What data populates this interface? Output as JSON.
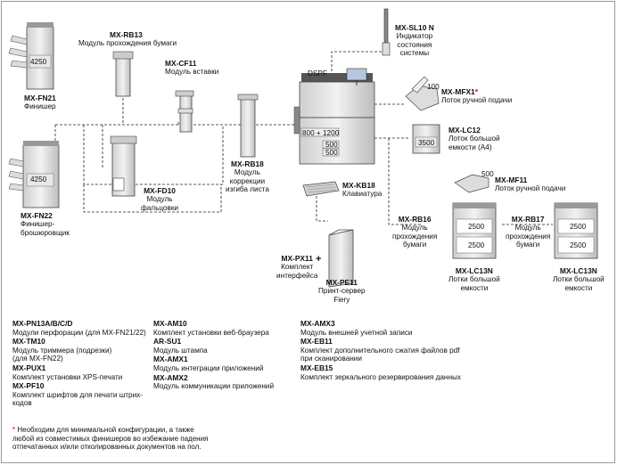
{
  "devices": {
    "fn21": {
      "code": "MX-FN21",
      "desc": "Финишер",
      "tray": "4250"
    },
    "fn22": {
      "code": "MX-FN22",
      "desc": "Финишер-\nброшюровщик",
      "tray": "4250"
    },
    "rb13": {
      "code": "MX-RB13",
      "desc": "Модуль прохождения бумаги"
    },
    "cf11": {
      "code": "MX-CF11",
      "desc": "Модуль вставки"
    },
    "fd10": {
      "code": "MX-FD10",
      "desc": "Модуль\nфальцовки"
    },
    "rb18": {
      "code": "MX-RB18",
      "desc": "Модуль\nкоррекции\nизгиба листа"
    },
    "sl10": {
      "code": "MX-SL10 N",
      "desc": "Индикатор\nсостояния\nсистемы"
    },
    "dspf": {
      "label": "DSPF"
    },
    "main": {
      "tray_a": "800 + 1200",
      "tray_b": "500",
      "tray_c": "500"
    },
    "mfx1": {
      "code": "MX-MFX1",
      "asterisk": "*",
      "desc": "Лоток ручной подачи",
      "num": "100"
    },
    "lc12": {
      "code": "MX-LC12",
      "desc": "Лоток большой\nемкости (А4)",
      "tray": "3500"
    },
    "kb18": {
      "code": "MX-KB18",
      "desc": "Клавиатура"
    },
    "mf11": {
      "code": "MX-MF11",
      "desc": "Лоток ручной подачи",
      "num": "500"
    },
    "rb16": {
      "code": "MX-RB16",
      "desc": "Модуль\nпрохождения\nбумаги"
    },
    "rb17": {
      "code": "MX-RB17",
      "desc": "Модуль\nпрохождения\nбумаги"
    },
    "lc13a": {
      "code": "MX-LC13N",
      "desc": "Лотки большой\nемкости",
      "tray_a": "2500",
      "tray_b": "2500"
    },
    "lc13b": {
      "code": "MX-LC13N",
      "desc": "Лотки большой\nемкости",
      "tray_a": "2500",
      "tray_b": "2500"
    },
    "px11": {
      "code": "MX-PX11",
      "desc": "Комплект\nинтерфейса"
    },
    "pe11": {
      "code": "MX-PE11",
      "desc": "Принт-сервер\nFiery"
    },
    "plus": "+"
  },
  "options_col1": [
    {
      "code": "MX-PN13A/B/C/D",
      "desc": "Модули перфорации (для MX-FN21/22)"
    },
    {
      "code": "MX-TM10",
      "desc": "Модуль триммера (подрезки)\n(для MX-FN22)"
    },
    {
      "code": "MX-PUX1",
      "desc": "Комплект установки XPS-печати"
    },
    {
      "code": "MX-PF10",
      "desc": "Комплект шрифтов для печати штрих-кодов"
    }
  ],
  "options_col2": [
    {
      "code": "MX-AM10",
      "desc": "Комплект установки веб-браузера"
    },
    {
      "code": "AR-SU1",
      "desc": "Модуль штампа"
    },
    {
      "code": "MX-AMX1",
      "desc": "Модуль интеграции приложений"
    },
    {
      "code": "MX-AMX2",
      "desc": "Модуль коммуникации приложений"
    }
  ],
  "options_col3": [
    {
      "code": "MX-AMX3",
      "desc": "Модуль внешней учетной записи"
    },
    {
      "code": "MX-EB11",
      "desc": "Комплект дополнительного сжатия файлов pdf\nпри сканировании"
    },
    {
      "code": "MX-EB15",
      "desc": "Комплект зеркального резервирования данных"
    }
  ],
  "footnote": {
    "star": "*",
    "text": "Необходим для минимальной конфигурации, а также\nлюбой из совместимых финишеров во избежание падения\nотпечатанных и/или отколированных документов на пол."
  }
}
